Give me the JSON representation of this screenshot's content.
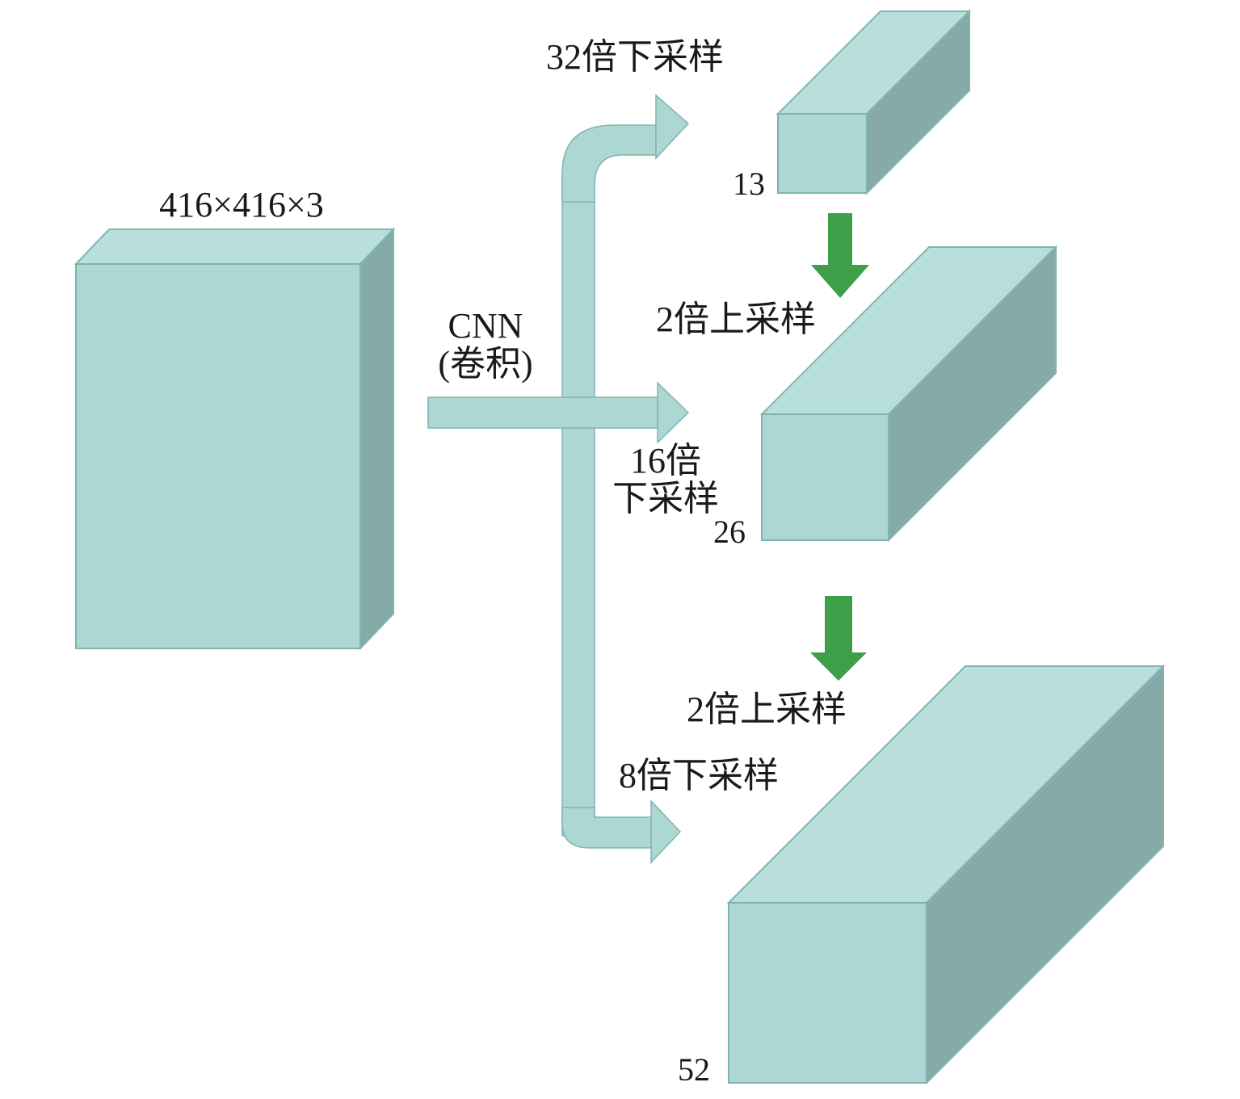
{
  "colors": {
    "box_front": "#acd7d3",
    "box_top": "#b8dfdb",
    "box_side": "#86aaa8",
    "box_edge": "#7fb4b0",
    "flow_arrow": "#acd7d3",
    "upsample_arrow": "#3f9e48"
  },
  "input": {
    "dims_label": "416×416×3"
  },
  "backbone": {
    "label_line1": "CNN",
    "label_line2": "(卷积)"
  },
  "scales": [
    {
      "size_label": "13",
      "downsample_label": "32倍下采样"
    },
    {
      "size_label": "26",
      "downsample_label_line1": "16倍",
      "downsample_label_line2": "下采样"
    },
    {
      "size_label": "52",
      "downsample_label": "8倍下采样"
    }
  ],
  "upsample": [
    {
      "label": "2倍上采样",
      "icon": "down-arrow-icon"
    },
    {
      "label": "2倍上采样",
      "icon": "down-arrow-icon"
    }
  ]
}
